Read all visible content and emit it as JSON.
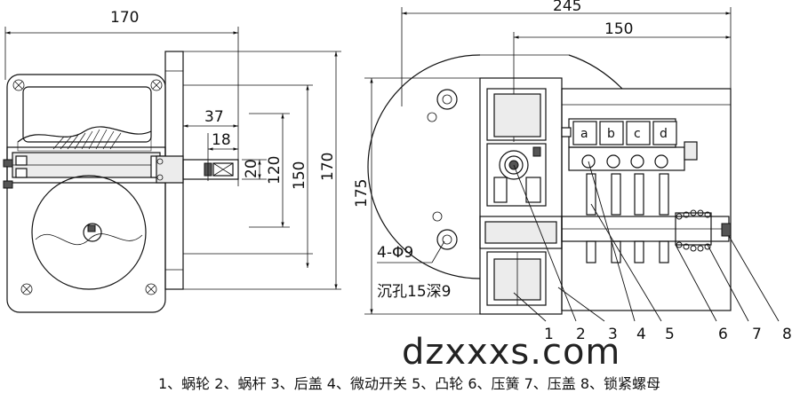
{
  "dimensions": {
    "overall_width_left": "170",
    "overall_width_right": "245",
    "inner_width_right": "150",
    "shaft_length": "37",
    "shaft_key": "18",
    "shaft_dim_20": "20",
    "height_120": "120",
    "height_150": "150",
    "height_170": "170",
    "height_175": "175"
  },
  "annotations": {
    "holes": "4-Φ9",
    "counterbore": "沉孔15深9"
  },
  "switch_labels": [
    "a",
    "b",
    "c",
    "d"
  ],
  "part_numbers": [
    "1",
    "2",
    "3",
    "4",
    "5",
    "6",
    "7",
    "8"
  ],
  "watermark": "dzxxxs.com",
  "legend": "1、蜗轮 2、蜗杆 3、后盖 4、微动开关 5、凸轮 6、压簧 7、压盖 8、锁紧螺母"
}
